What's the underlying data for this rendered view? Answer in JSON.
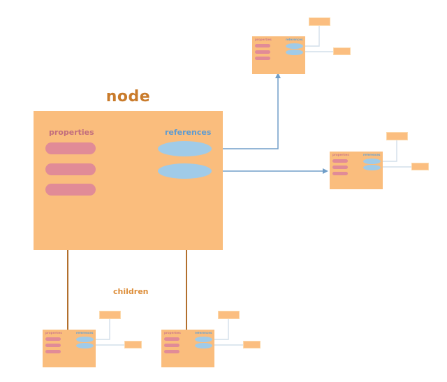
{
  "diagram": {
    "main_node": {
      "title": "node",
      "properties_label": "properties",
      "references_label": "references",
      "properties_count": 3,
      "references_count": 2
    },
    "children_label": "children",
    "mini_node": {
      "properties_label": "properties",
      "references_label": "references",
      "properties_count": 3,
      "references_count": 2,
      "instances": [
        "reference-target-top",
        "reference-target-right",
        "child-left",
        "child-middle"
      ]
    },
    "colors": {
      "node_fill": "#FABD7D",
      "property_pill": "#E18B97",
      "properties_label": "#C26E7D",
      "reference_ellipse": "#A0CBE8",
      "references_label": "#5E9BD0",
      "node_title": "#C97B2B",
      "children_label": "#DD8E3A",
      "child_line": "#B26F2D",
      "reference_arrow": "#709EC8",
      "mini_connector": "#D2DFEA"
    }
  }
}
